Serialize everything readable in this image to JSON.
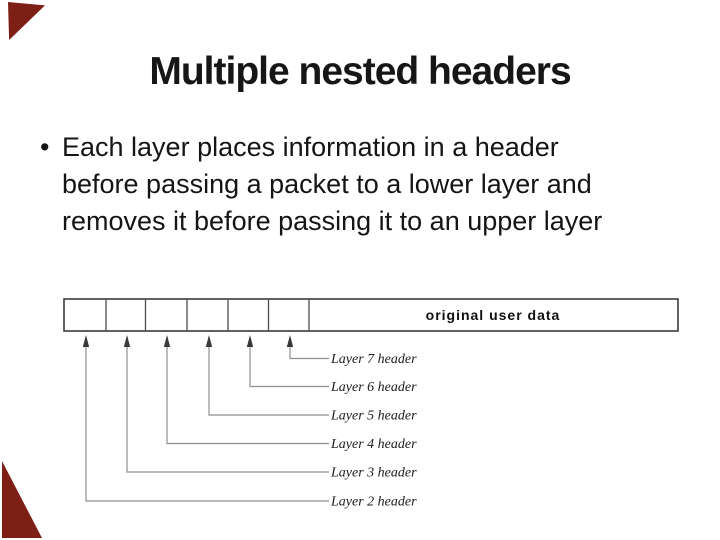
{
  "slide": {
    "title": "Multiple nested headers",
    "bullet": {
      "marker": "•",
      "lines": [
        "Each layer places information in a header",
        "before passing a packet to a lower layer and",
        "removes it before passing it to an upper layer"
      ]
    }
  },
  "diagram": {
    "bar_label": "original user data",
    "labels": [
      "Layer 7 header",
      "Layer 6 header",
      "Layer 5 header",
      "Layer 4 header",
      "Layer 3 header",
      "Layer 2 header"
    ]
  },
  "colors": {
    "accent": "#7E1F16",
    "text": "#161616",
    "connector_gray": "#8f8f8f"
  }
}
